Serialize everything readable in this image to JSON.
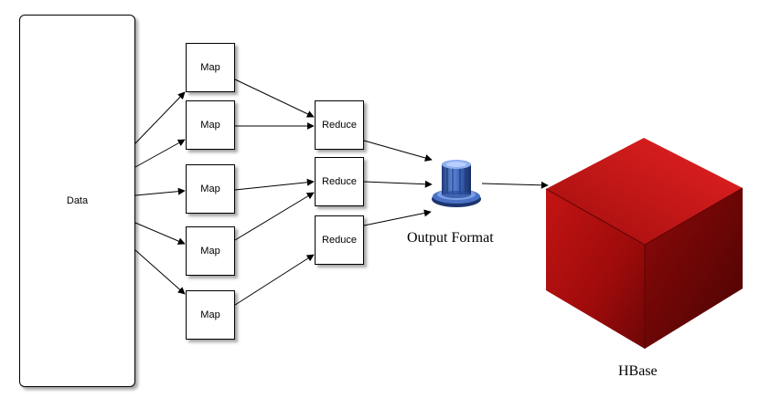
{
  "nodes": {
    "data": "Data",
    "maps": [
      "Map",
      "Map",
      "Map",
      "Map",
      "Map"
    ],
    "reduces": [
      "Reduce",
      "Reduce",
      "Reduce"
    ],
    "output_format": "Output Format",
    "hbase": "HBase"
  },
  "colors": {
    "cube_red": "#b00d0d",
    "database_blue": "#2f4f9c",
    "edge": "#000000"
  },
  "icons": {
    "output_format": "database-icon",
    "hbase": "cube-icon"
  }
}
